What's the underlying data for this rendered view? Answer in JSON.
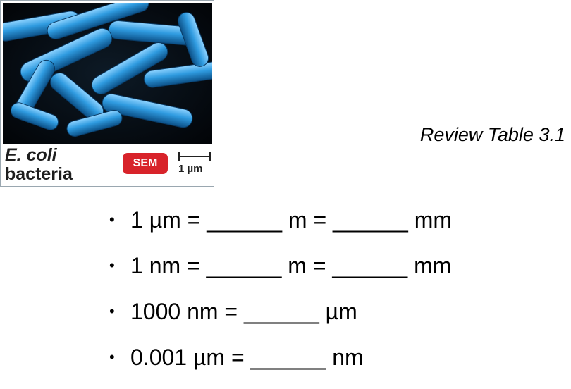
{
  "figure": {
    "species": "E. coli",
    "kind": "bacteria",
    "badge": "SEM",
    "scale_label": "1 µm",
    "badge_color": "#d8232a",
    "bacteria_color": "#2f9be0"
  },
  "review_label": "Review Table 3.1",
  "bullets": [
    "1 µm = ______ m = ______ mm",
    "1 nm = ______ m = ______ mm",
    "1000 nm = ______ µm",
    "0.001 µm = ______ nm"
  ]
}
